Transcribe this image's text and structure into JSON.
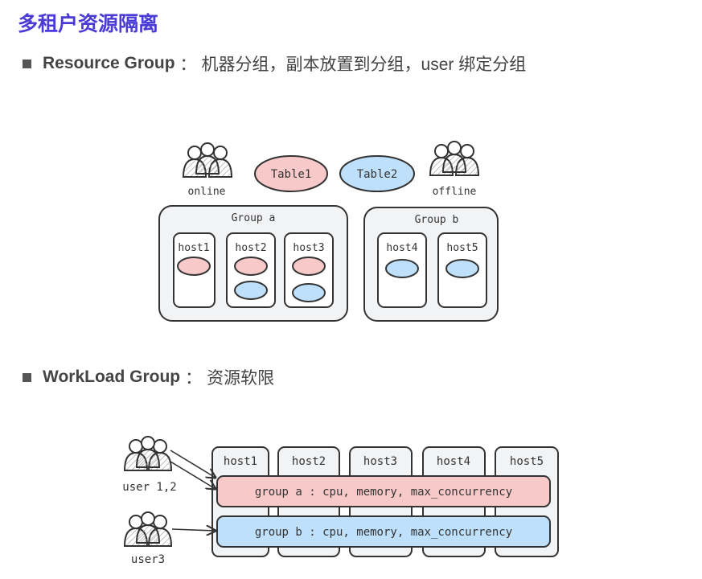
{
  "page": {
    "title": "多租户资源隔离"
  },
  "bullets": [
    {
      "head": "Resource Group",
      "sep": "：",
      "text": "机器分组，副本放置到分组，user 绑定分组"
    },
    {
      "head": "WorkLoad Group",
      "sep": "：",
      "text": "资源软限"
    }
  ],
  "resource_diagram": {
    "online_label": "online",
    "offline_label": "offline",
    "table1": "Table1",
    "table2": "Table2",
    "group_a": "Group a",
    "group_b": "Group b",
    "hosts": [
      "host1",
      "host2",
      "host3",
      "host4",
      "host5"
    ]
  },
  "workload_diagram": {
    "hosts": [
      "host1",
      "host2",
      "host3",
      "host4",
      "host5"
    ],
    "group_a_bar": "group a : cpu, memory, max_concurrency",
    "group_b_bar": "group b : cpu, memory, max_concurrency",
    "user12": "user 1,2",
    "user3": "user3"
  },
  "colors": {
    "title": "#4a3bd6",
    "pink": "#f8c9c9",
    "blue": "#bfe0fa",
    "box_bg": "#f2f3f5"
  }
}
